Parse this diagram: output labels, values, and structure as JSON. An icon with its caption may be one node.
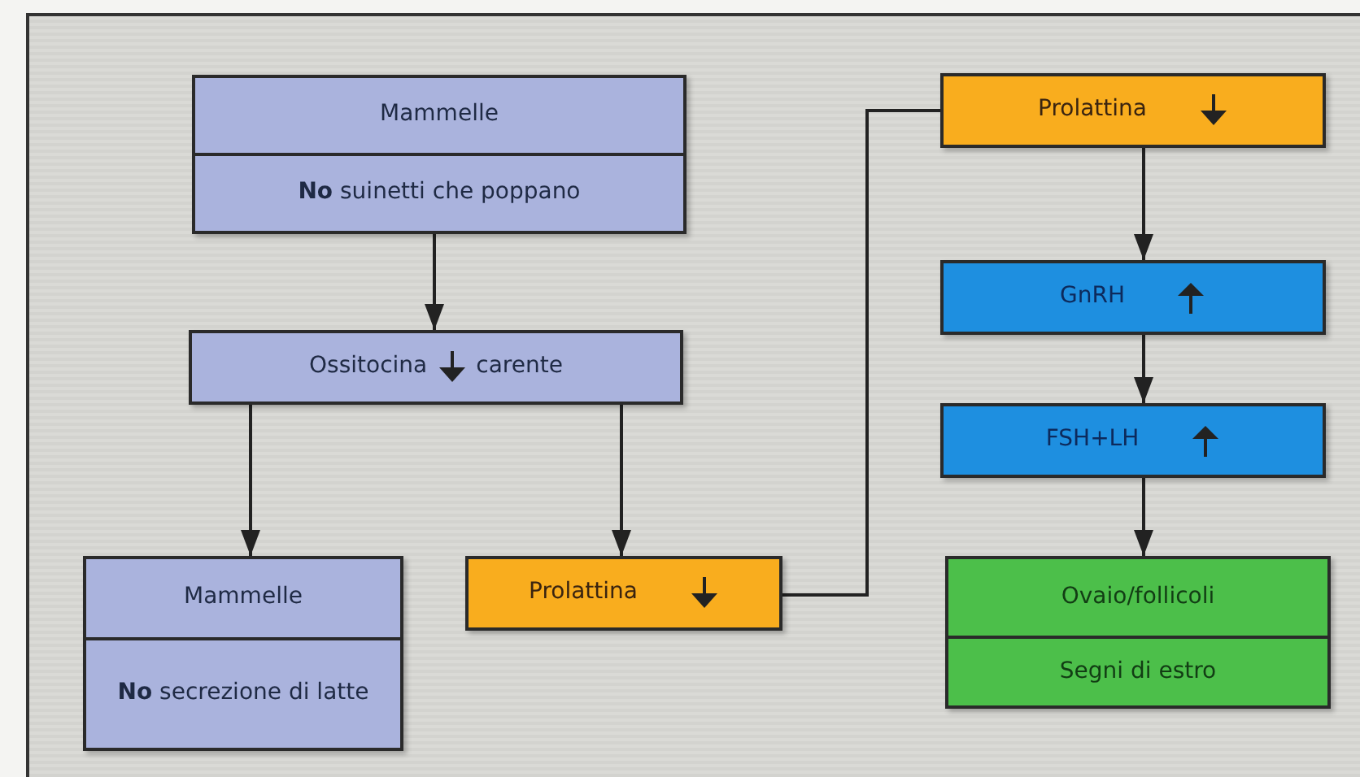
{
  "diagram": {
    "nodes": [
      {
        "text": [
          "Mammelle",
          "**No** suinetti che poppano"
        ]
      },
      {
        "text": [
          "Ossitocina",
          "carente"
        ]
      },
      {
        "text": [
          "Mammelle",
          "**No** secrezione di latte"
        ]
      },
      {
        "text": [
          "Prolattina"
        ]
      },
      {
        "text": [
          "Prolattina"
        ]
      },
      {
        "text": [
          "GnRH"
        ]
      },
      {
        "text": [
          "FSH+LH"
        ]
      },
      {
        "text": [
          "Ovaio/follicoli",
          "Segni di estro"
        ]
      }
    ],
    "edges": [
      {
        "from": 0,
        "to": 1,
        "arrow": "to"
      },
      {
        "from": 1,
        "to": 2,
        "arrow": "to"
      },
      {
        "from": 1,
        "to": 3,
        "arrow": "to"
      },
      {
        "from": 3,
        "to": 4,
        "arrow": "none"
      },
      {
        "from": 4,
        "to": 5,
        "arrow": "to"
      },
      {
        "from": 5,
        "to": 6,
        "arrow": "to"
      },
      {
        "from": 6,
        "to": 7,
        "arrow": "to"
      }
    ]
  }
}
